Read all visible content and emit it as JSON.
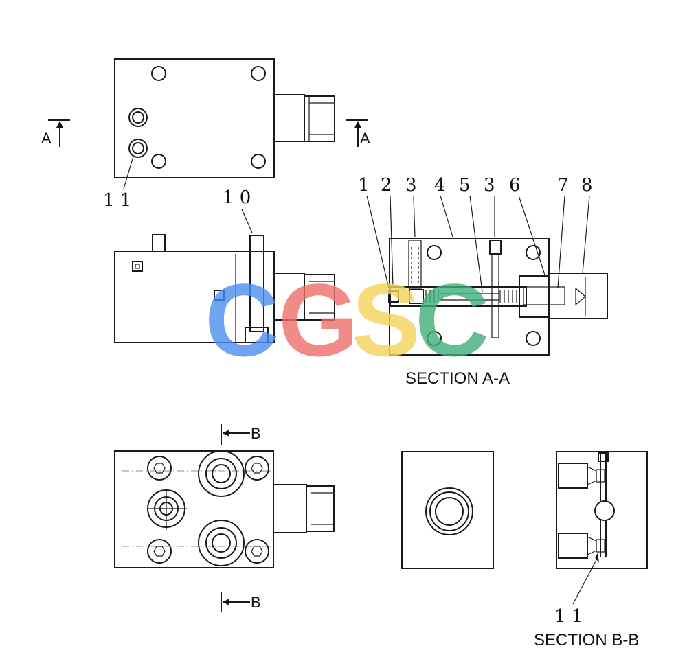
{
  "section_marks": {
    "a": "A",
    "b": "B"
  },
  "section_titles": {
    "aa": "SECTION   A-A",
    "bb": "SECTION   B-B"
  },
  "part_labels": {
    "top_view_11": "1 1",
    "front_view_10": "1 0",
    "sec_aa": [
      "1",
      "2",
      "3",
      "4",
      "5",
      "3",
      "6",
      "7",
      "8"
    ],
    "sec_bb_11": "1 1"
  },
  "watermark": {
    "letters": [
      "C",
      "G",
      "S",
      "C"
    ],
    "colors": [
      "#4a8ef0",
      "#ef6f6a",
      "#f5d35a",
      "#3fae7a"
    ]
  }
}
